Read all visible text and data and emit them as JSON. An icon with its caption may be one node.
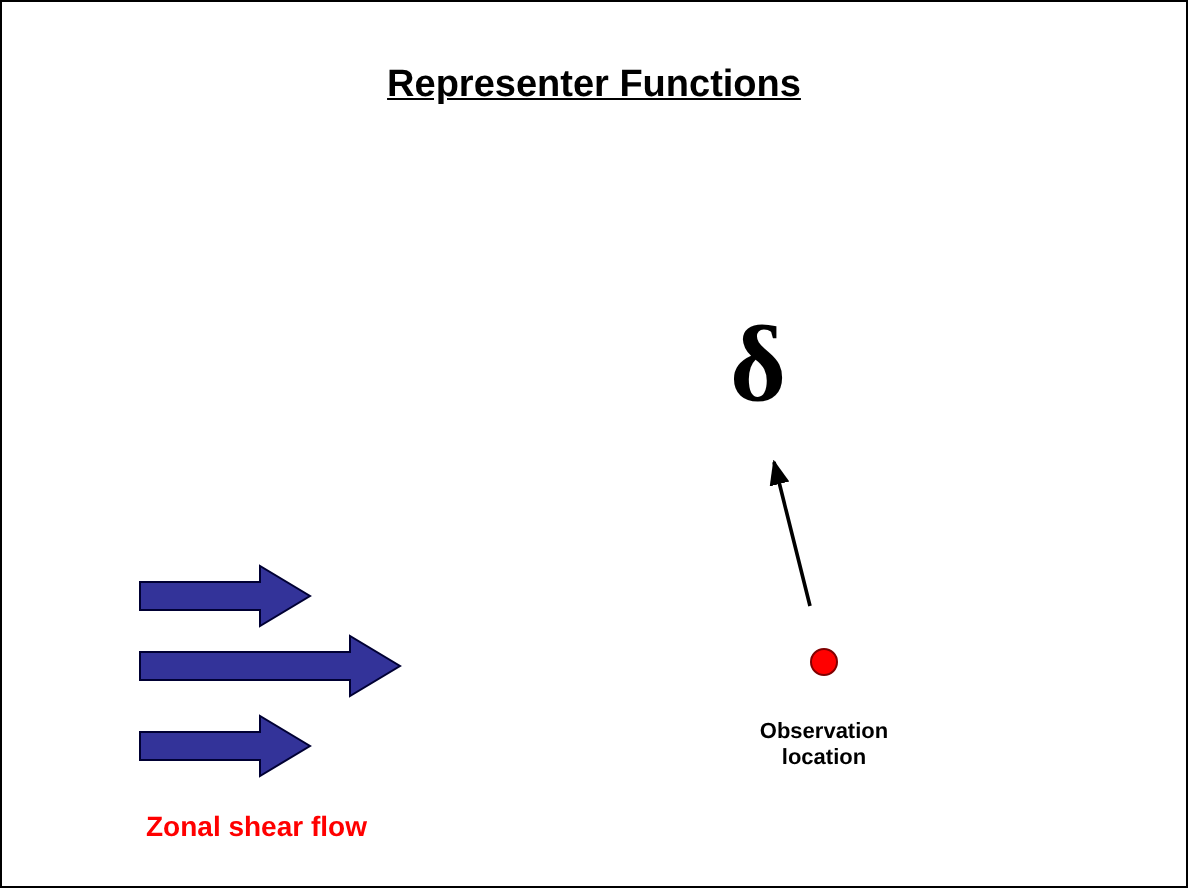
{
  "diagram": {
    "title": "Representer Functions",
    "nodes": [
      {
        "text": [
          "δ"
        ]
      },
      {
        "text": [],
        "shape": "circle",
        "beside": [
          "Observation location"
        ]
      }
    ],
    "edges": [
      {
        "from": 1,
        "to": 0,
        "arrow": "to"
      }
    ],
    "labels": [
      "Zonal shear flow"
    ]
  }
}
